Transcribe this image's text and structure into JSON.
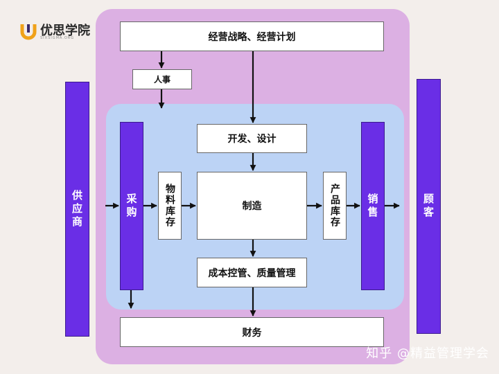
{
  "brand": {
    "name": "优思学院",
    "subtitle": "SIXSIGMA.ORG"
  },
  "watermark": "知乎 @精益管理学会",
  "nodes": {
    "strategy": "经营战略、经营计划",
    "hr": "人事",
    "dev_design": "开发、设计",
    "manufacturing": "制造",
    "cost_quality": "成本控管、质量管理",
    "finance": "财务",
    "supplier": "供应商",
    "purchasing": "采购",
    "material_inventory": "物料库存",
    "product_inventory": "产品库存",
    "sales": "销售",
    "customer": "顾客"
  },
  "colors": {
    "outer_panel": "#dcb0e3",
    "inner_panel": "#bcd3f5",
    "purple_block": "#6a2ee6",
    "arrow": "#111111"
  }
}
